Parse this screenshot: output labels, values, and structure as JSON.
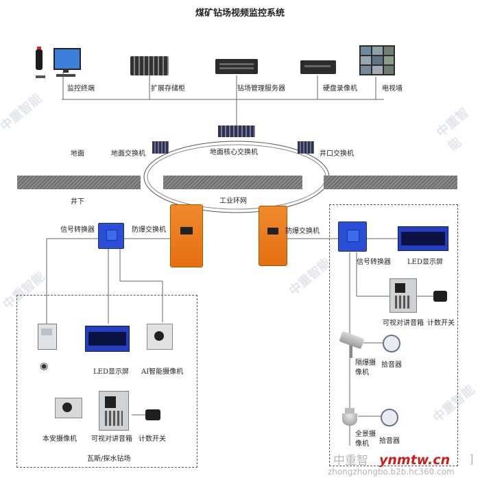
{
  "title": "煤矿钻场视频监控系统",
  "top_row": {
    "monitor_terminal": "监控终端",
    "storage_cabinet": "扩展存储柜",
    "mgmt_server": "钻场管理服务器",
    "nvr": "硬盘录像机",
    "tv_wall": "电视墙"
  },
  "surface": {
    "area_label": "地面",
    "surface_switch": "地面交换机",
    "core_switch": "地面核心交换机",
    "shaft_switch": "井口交换机"
  },
  "underground": {
    "area_label": "井下",
    "ring_label": "工业环网",
    "left_converter": "信号转换器",
    "left_ex_switch": "防爆交换机",
    "right_ex_switch": "防爆交换机",
    "right_converter": "信号转换器"
  },
  "left_site": {
    "led": "LED显示屏",
    "ai_camera": "AI智能摄像机",
    "safety_camera": "本安摄像机",
    "intercom": "可视对讲音箱",
    "counter": "计数开关",
    "site_name": "瓦斯/探水钻场"
  },
  "right_site": {
    "led": "LED显示屏",
    "intercom": "可视对讲音箱",
    "counter": "计数开关",
    "explosion_camera_l1": "隔爆摄",
    "explosion_camera_l2": "像机",
    "pickup1": "拾音器",
    "panorama_l1": "全景摄",
    "panorama_l2": "像机",
    "pickup2": "拾音器"
  },
  "watermarks": [
    "中重智能",
    "中重智能",
    "中重智能",
    "中重智能",
    "中重智能"
  ],
  "footer": {
    "brand_cn": "中重智",
    "site": "ynmtw.cn",
    "url": "zhongzhongbo.b2b.hc360.com",
    "bracket": "]"
  },
  "colors": {
    "accent_blue": "#2a4fd6",
    "explosion_orange": "#e8781a",
    "site_red": "#d01c1c"
  }
}
